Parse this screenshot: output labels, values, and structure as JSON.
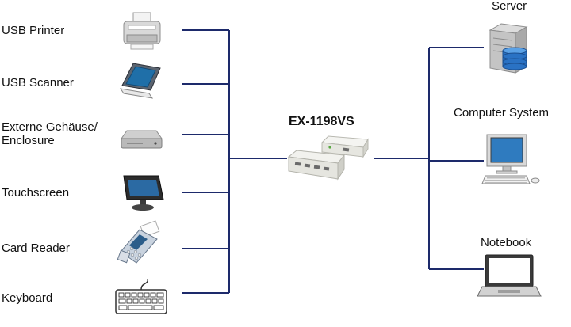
{
  "left_devices": [
    {
      "label": "USB Printer",
      "icon": "printer-icon"
    },
    {
      "label": "USB Scanner",
      "icon": "scanner-icon"
    },
    {
      "label": "Externe Gehäuse/ Enclosure",
      "icon": "hard-drive-enclosure-icon"
    },
    {
      "label": "Touchscreen",
      "icon": "touchscreen-icon"
    },
    {
      "label": "Card Reader",
      "icon": "card-reader-icon"
    },
    {
      "label": "Keyboard",
      "icon": "keyboard-icon"
    }
  ],
  "hub": {
    "label": "EX-1198VS",
    "icon": "usb-device-server-icon"
  },
  "right_devices": [
    {
      "label": "Server",
      "icon": "server-icon"
    },
    {
      "label": "Computer System",
      "icon": "desktop-computer-icon"
    },
    {
      "label": "Notebook",
      "icon": "notebook-icon"
    }
  ],
  "colors": {
    "line": "#1d2a6b",
    "text": "#111111",
    "background": "#ffffff"
  }
}
